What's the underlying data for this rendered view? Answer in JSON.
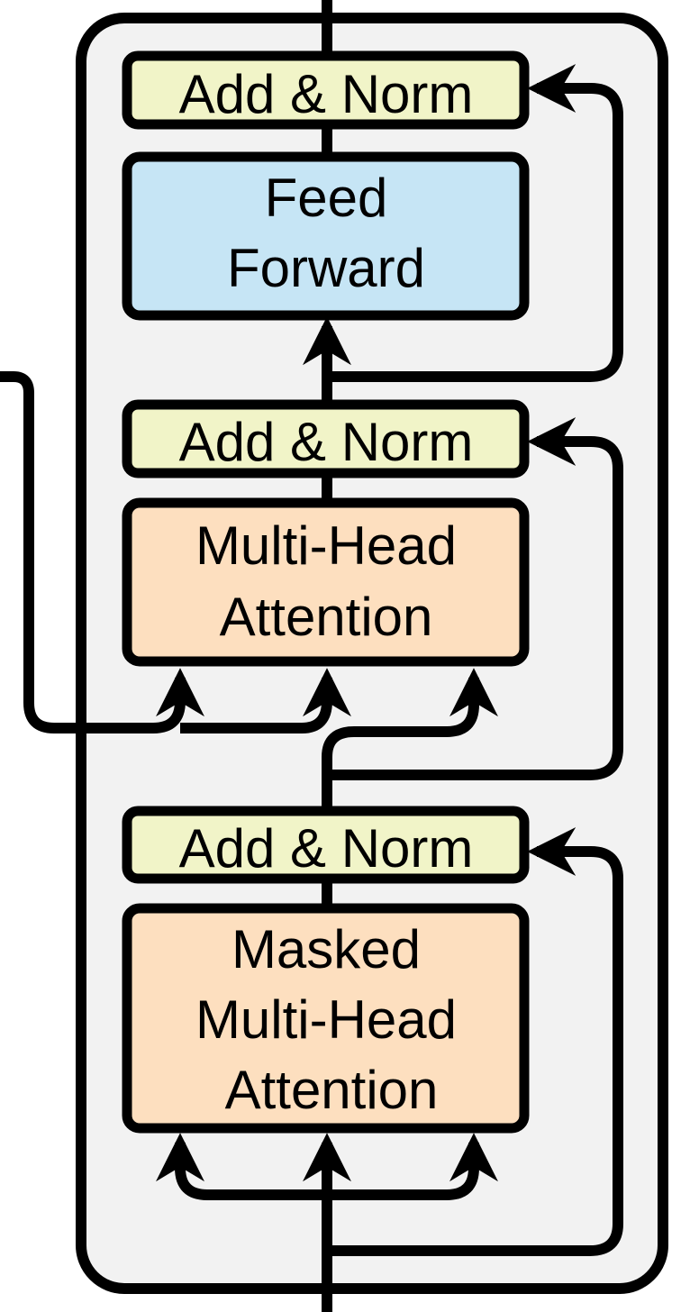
{
  "colors": {
    "block_background": "#f2f2f2",
    "add_norm": "#f1f4c8",
    "feed_forward": "#c6e5f5",
    "attention": "#fddfbf",
    "stroke": "#000000"
  },
  "blocks": {
    "add_norm_top": {
      "label": "Add & Norm"
    },
    "feed_forward": {
      "line1": "Feed",
      "line2": "Forward"
    },
    "add_norm_middle": {
      "label": "Add & Norm"
    },
    "multi_head_attention": {
      "line1": "Multi-Head",
      "line2": "Attention"
    },
    "add_norm_bottom": {
      "label": "Add & Norm"
    },
    "masked_multi_head_attention": {
      "line1": "Masked",
      "line2": "Multi-Head",
      "line3": "Attention"
    }
  }
}
